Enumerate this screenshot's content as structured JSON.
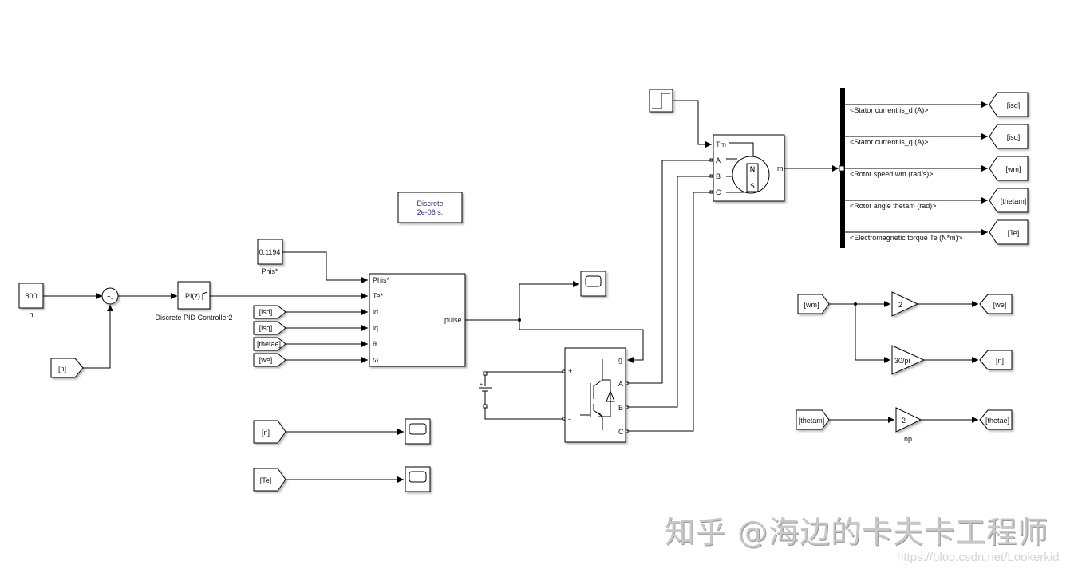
{
  "diagram": {
    "solver": {
      "line1": "Discrete",
      "line2": "2e-06 s."
    },
    "speed_ref": {
      "value": "800",
      "label": "n"
    },
    "sum": {
      "signs": "+-"
    },
    "pid": {
      "text": "PI(z)",
      "label": "Discrete PID Controller2"
    },
    "feedback_from": "[n]",
    "flux_ref": {
      "value": "0.1194",
      "label": "Phis*"
    },
    "controller": {
      "inputs": [
        "Phis*",
        "Te*",
        "id",
        "iq",
        "θ",
        "ω"
      ],
      "output": "pulse"
    },
    "goto_from_inputs": [
      "[isd]",
      "[isq]",
      "[thetae]",
      "[we]"
    ],
    "inverter": {
      "dc_plus": "+",
      "dc_minus": "-",
      "gate": "g",
      "phases": [
        "A",
        "B",
        "C"
      ]
    },
    "motor": {
      "torque_in": "Tm",
      "phases": [
        "A",
        "B",
        "C"
      ],
      "meas_out": "m",
      "pole_n": "N",
      "pole_s": "S"
    },
    "bus_signals": [
      {
        "label": "<Stator current is_d (A)>",
        "tag": "[isd]"
      },
      {
        "label": "<Stator current is_q (A)>",
        "tag": "[isq]"
      },
      {
        "label": "<Rotor speed wm (rad/s)>",
        "tag": "[wm]"
      },
      {
        "label": "<Rotor angle thetam (rad)>",
        "tag": "[thetam]"
      },
      {
        "label": "<Electromagnetic torque Te (N*m)>",
        "tag": "[Te]"
      }
    ],
    "speed_conv": {
      "from": "[wm]",
      "gain1": "2",
      "goto1": "[we]",
      "gain2": "30/pi",
      "goto2": "[n]"
    },
    "angle_conv": {
      "from": "[thetam]",
      "gain": "2",
      "gain_label": "np",
      "goto": "[thetae]"
    },
    "scopes_from": [
      "[n]",
      "[Te]"
    ]
  },
  "watermark": {
    "main": "知乎 @海边的卡夫卡工程师",
    "url": "https://blog.csdn.net/Lookerkid"
  }
}
